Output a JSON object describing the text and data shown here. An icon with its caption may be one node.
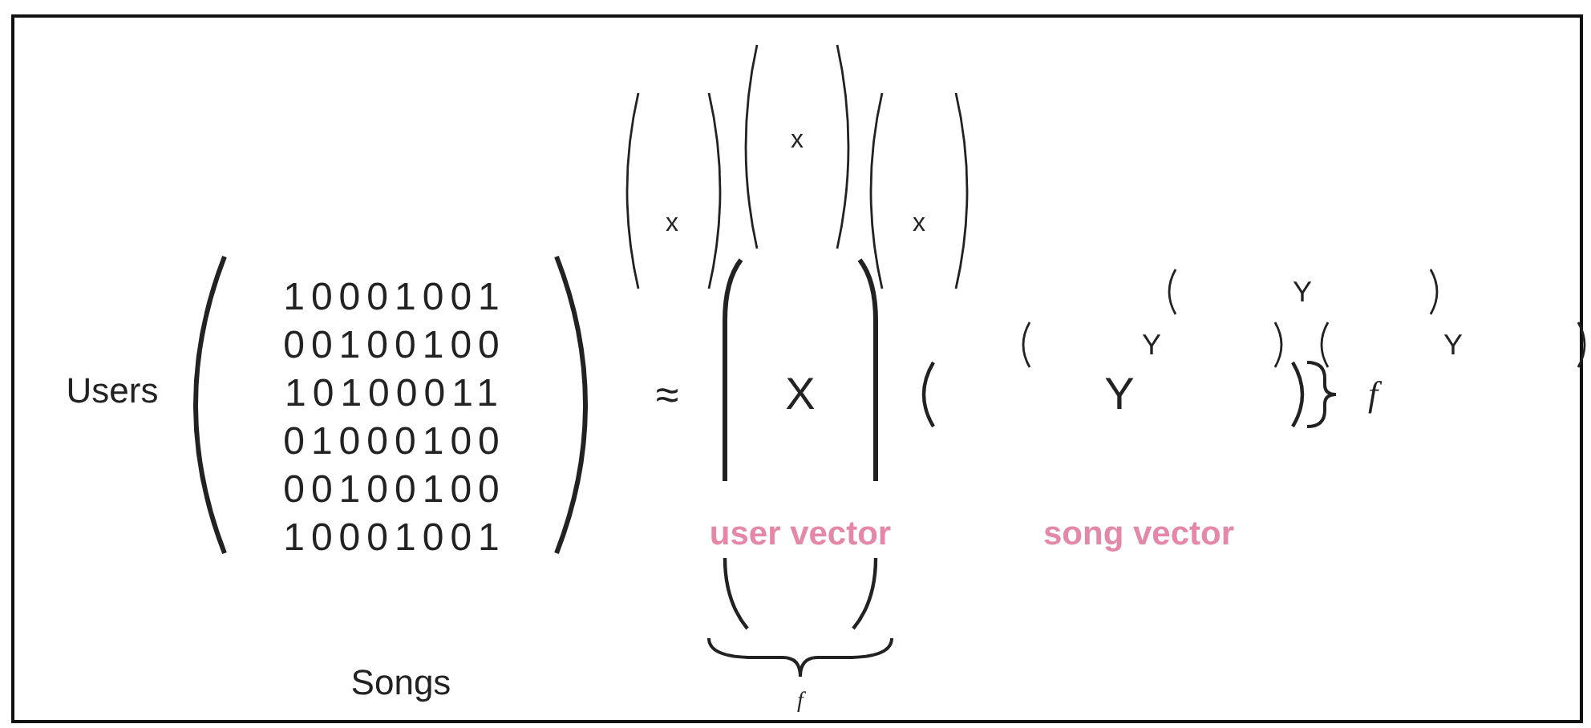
{
  "diagram": {
    "labels": [
      "x",
      "x",
      "x",
      "Y",
      "Y",
      "Y",
      "Users",
      "10001001",
      "00100100",
      "10100011",
      "01000100",
      "00100100",
      "10001001",
      "≈",
      "X",
      "Y",
      "f",
      "user vector",
      "song vector",
      "Songs",
      "f"
    ]
  }
}
